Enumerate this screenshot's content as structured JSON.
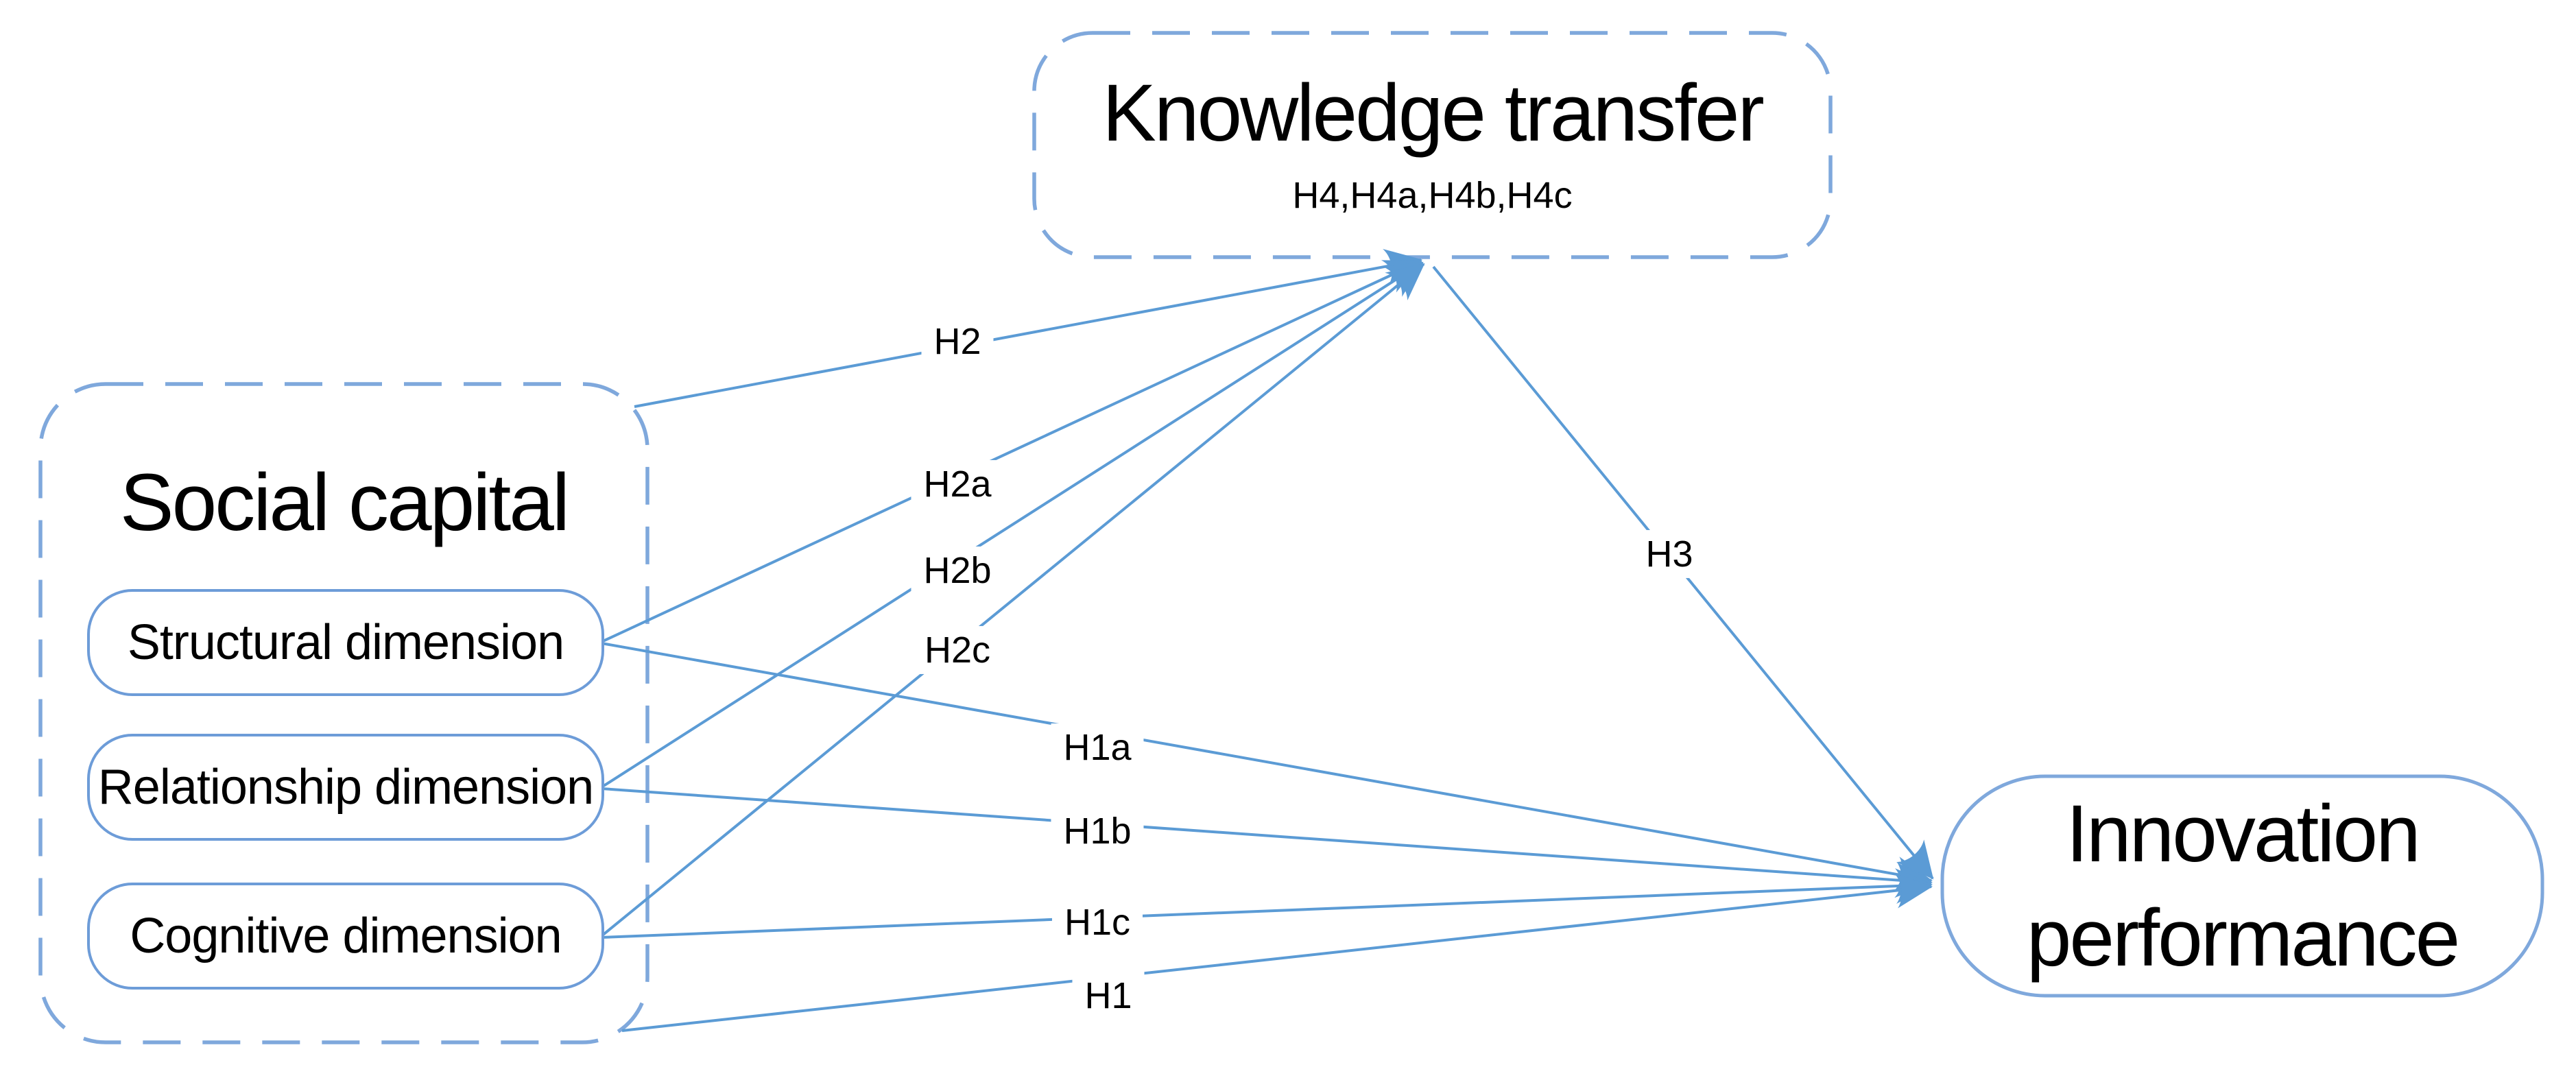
{
  "figure": {
    "type": "research-model-diagram",
    "background": "#FFFFFF",
    "text_color": "#000000",
    "colors": {
      "connector": "#5B9BD5",
      "dashed_node_border": "#7FA8DC",
      "solid_node_border": "#6D9CD8",
      "outcome_node_border": "#7FA8DC",
      "node_fill": "#FFFFFF"
    },
    "nodes": {
      "knowledge_transfer": {
        "title": "Knowledge transfer",
        "subtitle": "H4,H4a,H4b,H4c",
        "border_style": "dashed"
      },
      "social_capital": {
        "title": "Social capital",
        "border_style": "dashed",
        "children": [
          "Structural dimension",
          "Relationship dimension",
          "Cognitive dimension"
        ]
      },
      "innovation_performance": {
        "title": "Innovation performance",
        "title_lines": [
          "Innovation",
          "performance"
        ],
        "border_style": "solid"
      }
    },
    "edges": [
      {
        "label": "H2",
        "from": "social-capital",
        "to": "knowledge-transfer"
      },
      {
        "label": "H2a",
        "from": "structural-dimension",
        "to": "knowledge-transfer"
      },
      {
        "label": "H2b",
        "from": "relationship-dimension",
        "to": "knowledge-transfer"
      },
      {
        "label": "H2c",
        "from": "cognitive-dimension",
        "to": "knowledge-transfer"
      },
      {
        "label": "H1a",
        "from": "structural-dimension",
        "to": "innovation-performance"
      },
      {
        "label": "H1b",
        "from": "relationship-dimension",
        "to": "innovation-performance"
      },
      {
        "label": "H1c",
        "from": "cognitive-dimension",
        "to": "innovation-performance"
      },
      {
        "label": "H1",
        "from": "social-capital",
        "to": "innovation-performance"
      },
      {
        "label": "H3",
        "from": "knowledge-transfer",
        "to": "innovation-performance"
      }
    ]
  }
}
